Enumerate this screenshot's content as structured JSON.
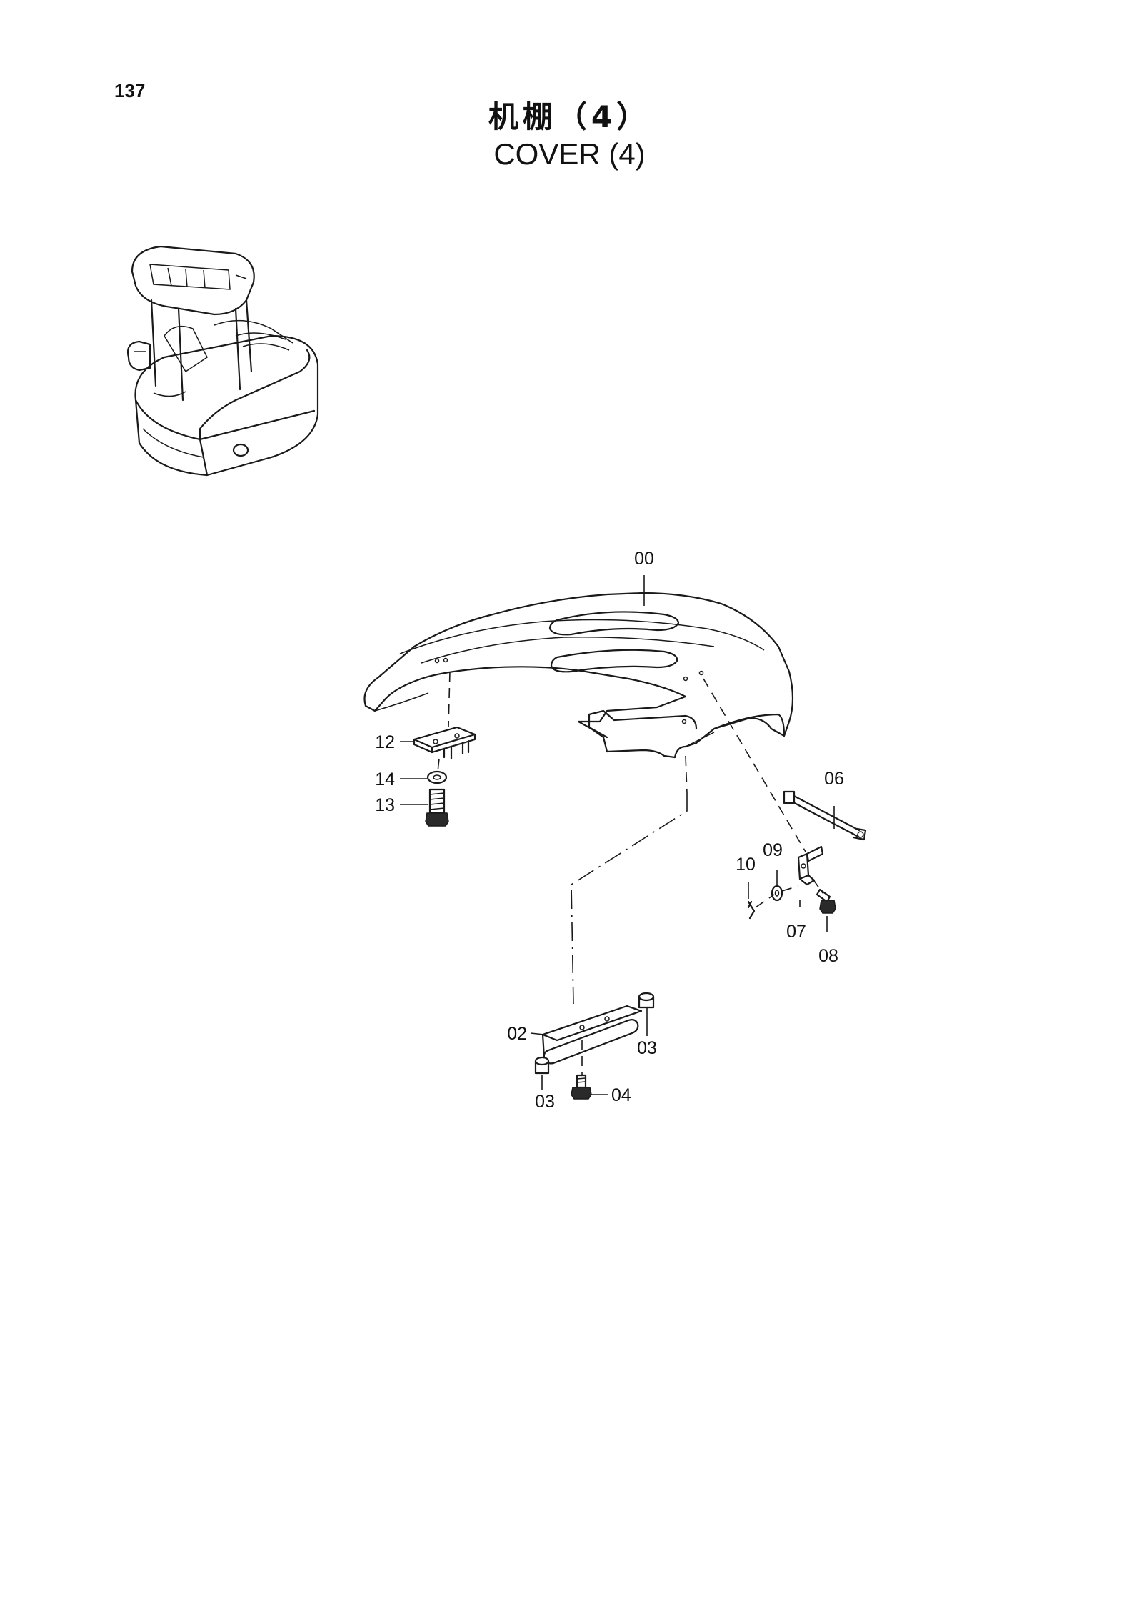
{
  "page_number": "137",
  "title_cn": "机棚（4）",
  "title_en": "COVER (4)",
  "callouts": {
    "c00": "00",
    "c02": "02",
    "c03a": "03",
    "c03b": "03",
    "c04": "04",
    "c06": "06",
    "c07": "07",
    "c08": "08",
    "c09": "09",
    "c10": "10",
    "c12": "12",
    "c13": "13",
    "c14": "14"
  }
}
